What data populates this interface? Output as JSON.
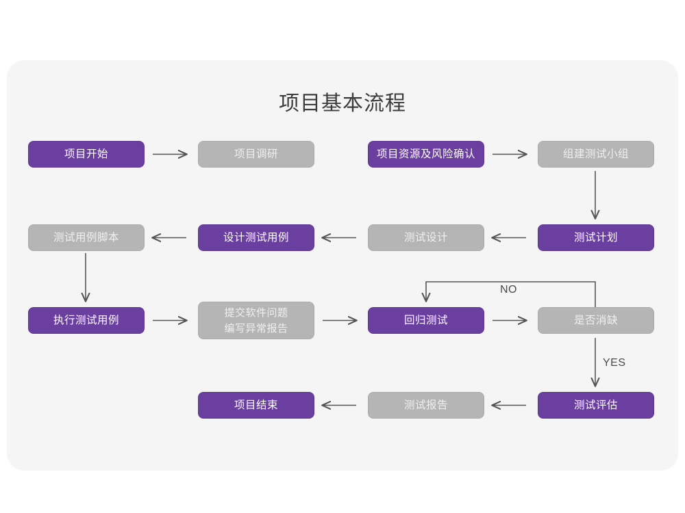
{
  "title": "项目基本流程",
  "colors": {
    "purple": "#6b3fa0",
    "gray": "#b5b5b5",
    "card_bg": "#f5f5f6",
    "page_bg": "#ffffff",
    "arrow": "#555555",
    "title_text": "#3c3c3c"
  },
  "nodes": {
    "project_start": "项目开始",
    "project_research": "项目调研",
    "resource_risk_confirm": "项目资源及风险确认",
    "build_test_team": "组建测试小组",
    "test_case_script": "测试用例脚本",
    "design_test_case": "设计测试用例",
    "test_design": "测试设计",
    "test_plan": "测试计划",
    "execute_test_case": "执行测试用例",
    "submit_issue_report": "提交软件问题\n编写异常报告",
    "regression_test": "回归测试",
    "defect_cleared": "是否消缺",
    "project_end": "项目结束",
    "test_report": "测试报告",
    "test_evaluation": "测试评估"
  },
  "edge_labels": {
    "no": "NO",
    "yes": "YES"
  },
  "flow": {
    "row1": [
      "项目开始",
      "项目调研",
      "项目资源及风险确认",
      "组建测试小组"
    ],
    "row2": [
      "测试用例脚本",
      "设计测试用例",
      "测试设计",
      "测试计划"
    ],
    "row3": [
      "执行测试用例",
      "提交软件问题 编写异常报告",
      "回归测试",
      "是否消缺"
    ],
    "row4": [
      "项目结束",
      "测试报告",
      "测试评估"
    ]
  }
}
